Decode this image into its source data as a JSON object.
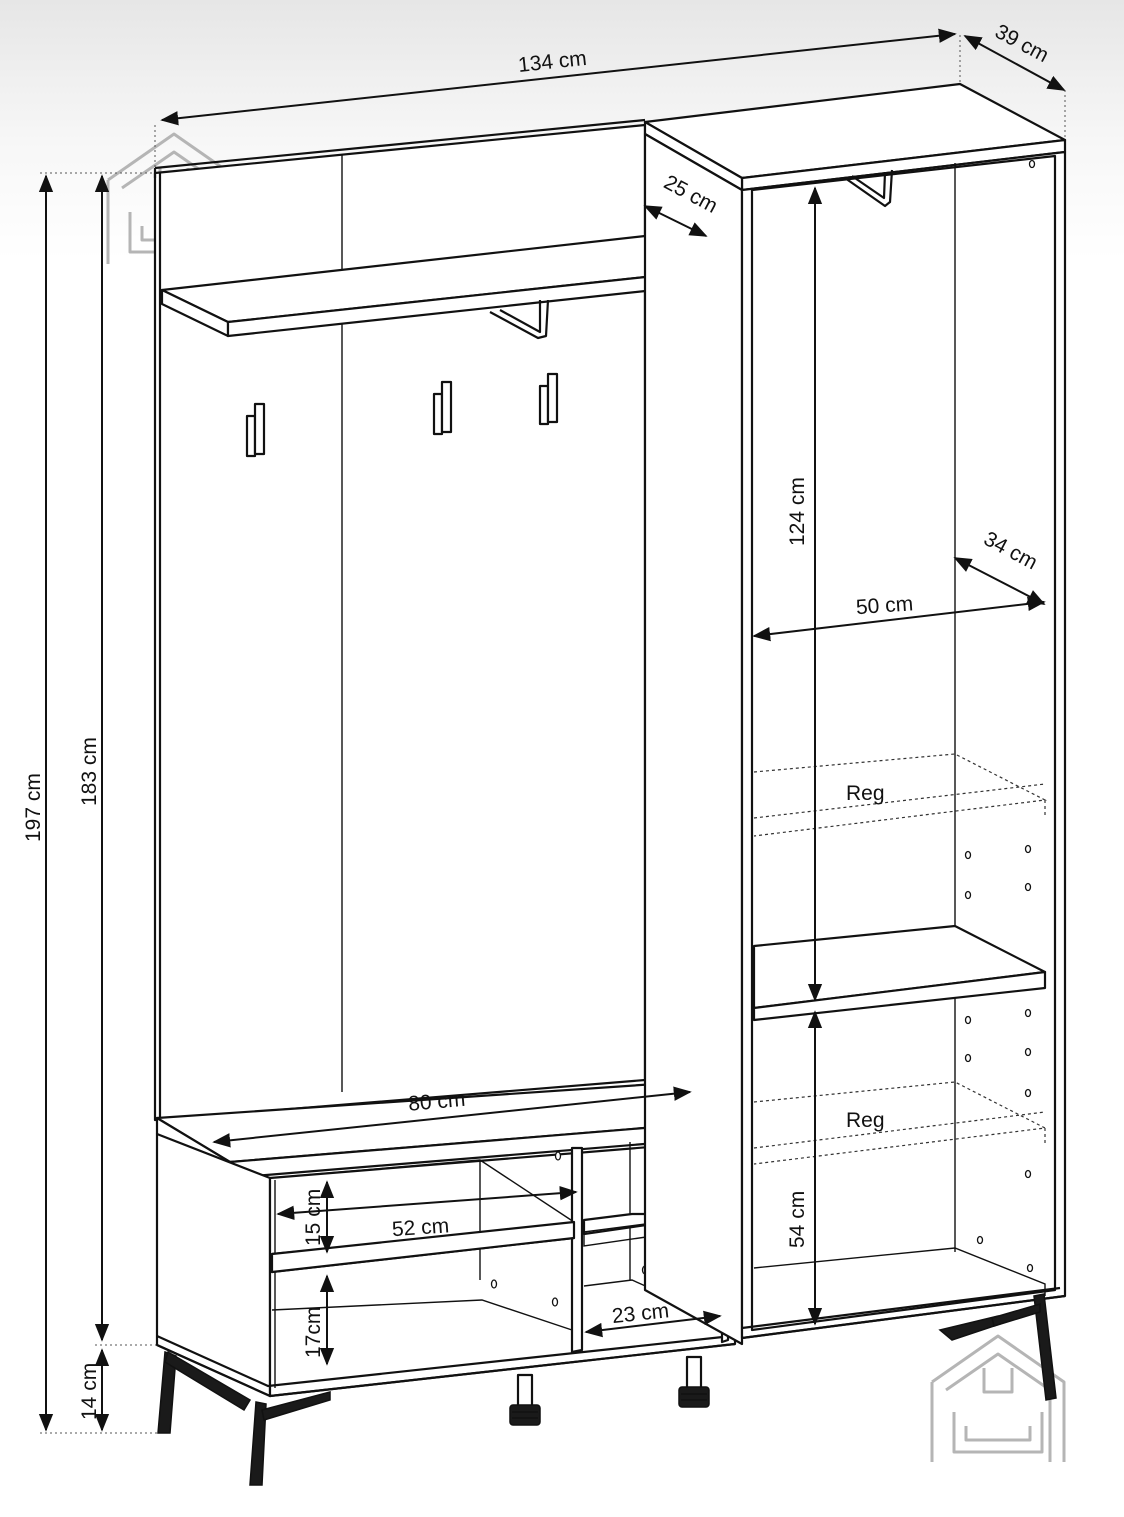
{
  "dimensions": {
    "total_width": "134 cm",
    "depth": "39 cm",
    "total_height": "197 cm",
    "body_height": "183 cm",
    "leg_height": "14 cm",
    "shelf_depth": "25 cm",
    "wardrobe_hanging_height": "124 cm",
    "wardrobe_inner_depth": "34 cm",
    "wardrobe_inner_width": "50 cm",
    "bench_width": "80 cm",
    "compartment_width": "52 cm",
    "upper_compartment_height": "15 cm",
    "lower_compartment_height": "17cm",
    "small_compartment_width": "23 cm",
    "lower_wardrobe_height": "54 cm"
  },
  "shelf_labels": {
    "adjustable_upper": "Reg",
    "adjustable_lower": "Reg"
  },
  "icons": {
    "top_left": "house-sofa-logo-icon",
    "bottom_right": "house-sofa-logo-icon"
  }
}
